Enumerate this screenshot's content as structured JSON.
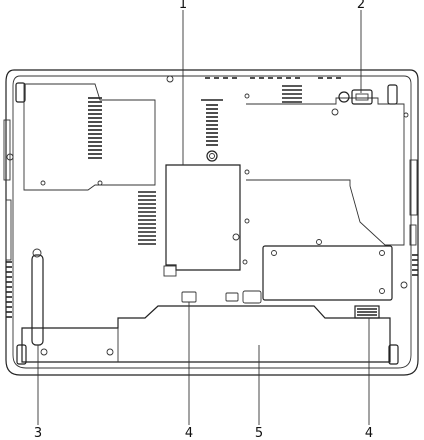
{
  "diagram": {
    "callouts": [
      {
        "id": "1",
        "label": "1"
      },
      {
        "id": "2",
        "label": "2"
      },
      {
        "id": "3",
        "label": "3"
      },
      {
        "id": "4a",
        "label": "4"
      },
      {
        "id": "5",
        "label": "5"
      },
      {
        "id": "4b",
        "label": "4"
      }
    ]
  }
}
